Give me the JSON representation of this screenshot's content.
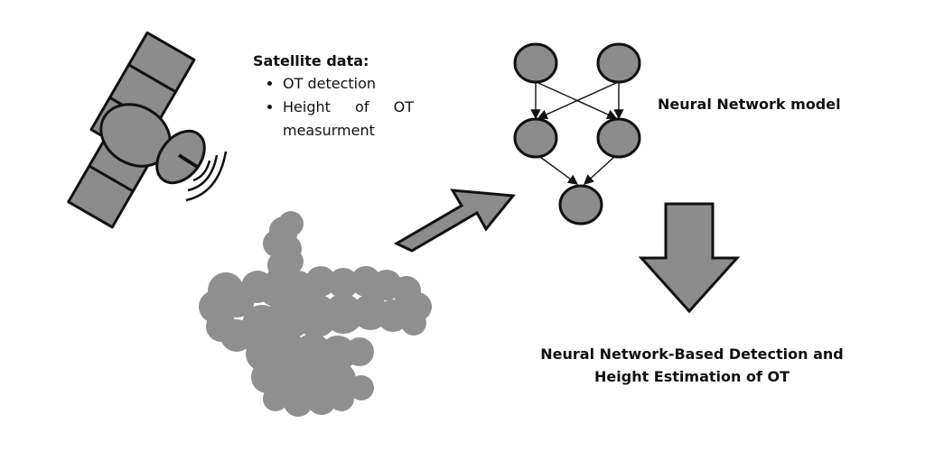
{
  "satellite": {
    "title": "Satellite data:",
    "items": [
      "OT detection",
      "Height of OT measurment"
    ]
  },
  "network": {
    "label": "Neural Network model"
  },
  "result": {
    "line1": "Neural Network-Based Detection and",
    "line2": "Height Estimation of OT"
  },
  "icons": [
    "satellite-icon",
    "cloud-icon",
    "arrow-right-icon",
    "arrow-down-icon",
    "neural-network-icon"
  ],
  "colors": {
    "fill": "#8c8c8c",
    "stroke": "#111111",
    "cloud": "#8f8f8f"
  }
}
